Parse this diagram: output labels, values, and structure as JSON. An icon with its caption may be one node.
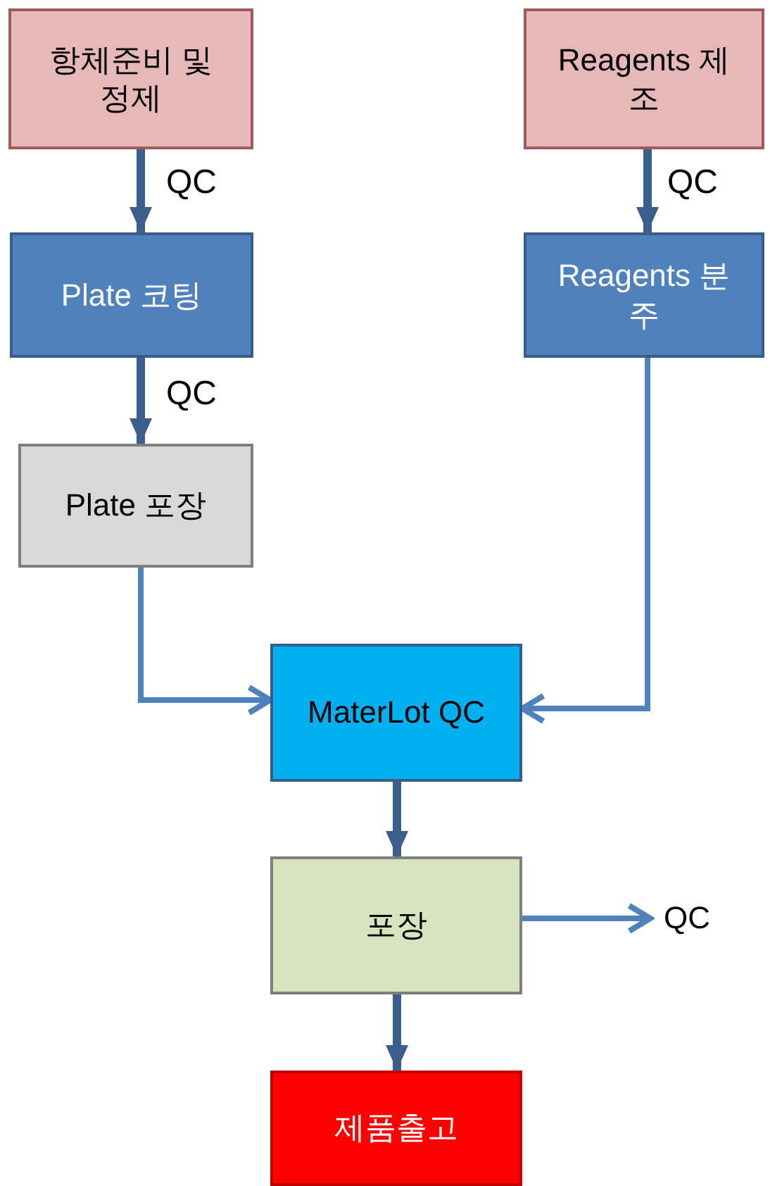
{
  "diagram": {
    "nodes": [
      {
        "text": [
          "항체준비 및 정제"
        ]
      },
      {
        "text": [
          "Reagents 제조"
        ]
      },
      {
        "text": [
          "Plate 코팅"
        ]
      },
      {
        "text": [
          "Reagents 분주"
        ]
      },
      {
        "text": [
          "Plate 포장"
        ]
      },
      {
        "text": [
          "MaterLot QC"
        ]
      },
      {
        "text": [
          "포장"
        ]
      },
      {
        "text": [
          "제품출고"
        ]
      },
      {
        "text": [
          "QC"
        ]
      }
    ],
    "edges": [
      {
        "from": 0,
        "to": 2,
        "arrow": "to",
        "label": "QC"
      },
      {
        "from": 1,
        "to": 3,
        "arrow": "to",
        "label": "QC"
      },
      {
        "from": 2,
        "to": 4,
        "arrow": "to",
        "label": "QC"
      },
      {
        "from": 4,
        "to": 5,
        "arrow": "to",
        "color": "#4f81bd"
      },
      {
        "from": 3,
        "to": 5,
        "arrow": "to",
        "color": "#4f81bd"
      },
      {
        "from": 5,
        "to": 6,
        "arrow": "to"
      },
      {
        "from": 6,
        "to": 8,
        "arrow": "to",
        "color": "#4f81bd"
      },
      {
        "from": 6,
        "to": 7,
        "arrow": "to"
      }
    ]
  }
}
